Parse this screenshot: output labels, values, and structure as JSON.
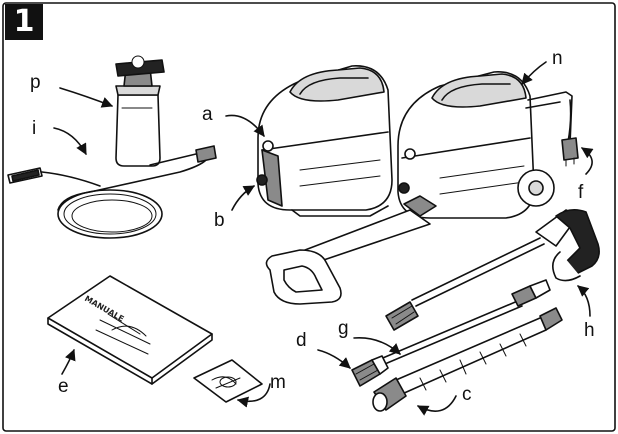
{
  "figure": {
    "number": "1",
    "labels": {
      "p": "p",
      "i": "i",
      "a": "a",
      "b": "b",
      "n": "n",
      "f": "f",
      "e": "e",
      "m": "m",
      "d": "d",
      "g": "g",
      "c": "c",
      "h": "h"
    },
    "manual_text": "MANUALE"
  }
}
